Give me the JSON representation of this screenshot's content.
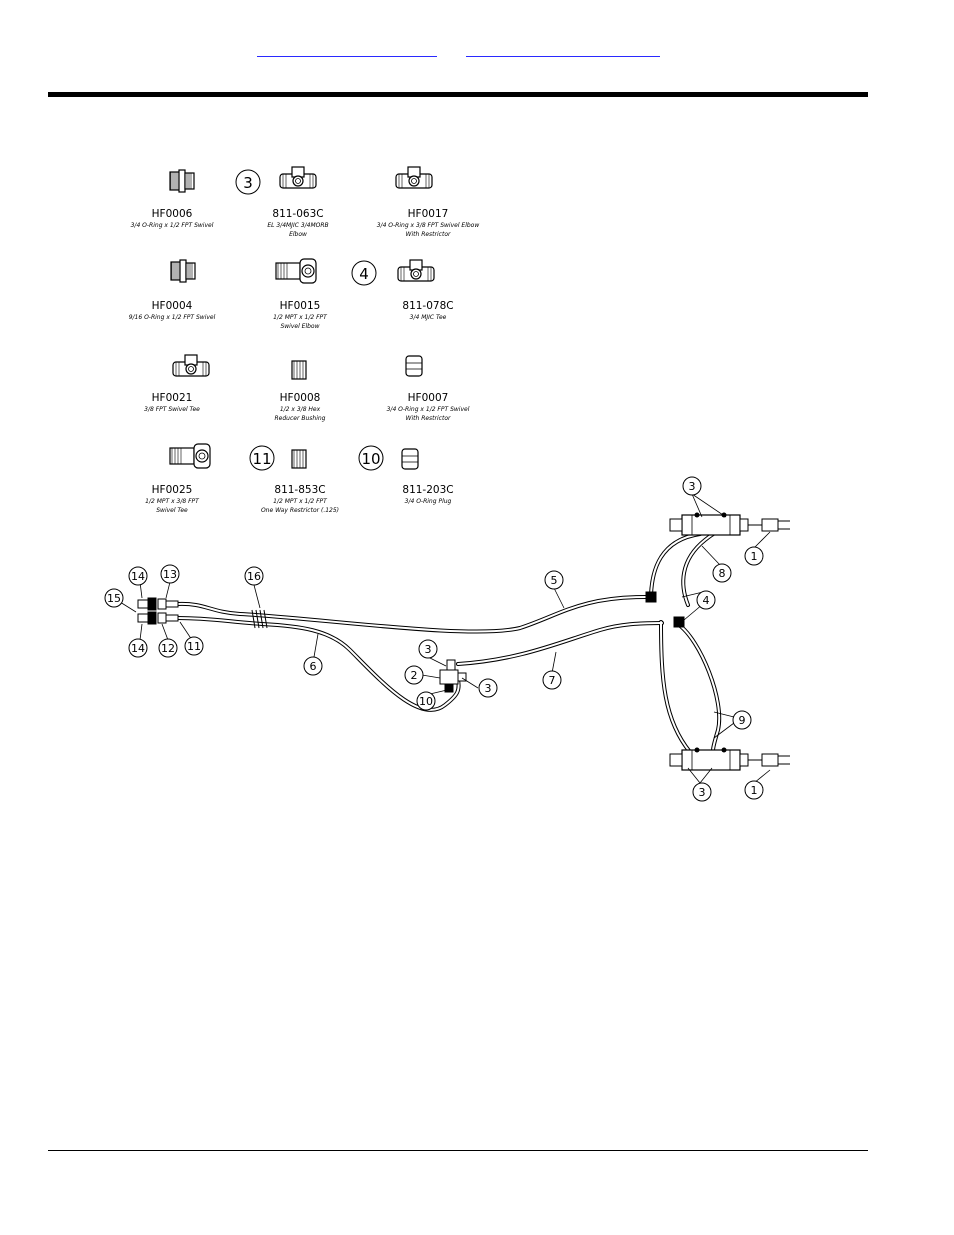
{
  "parts": [
    {
      "id": "p-hf0006",
      "pn": "HF0006",
      "d1": "3/4 O-Ring x 1/2 FPT Swivel",
      "d2": ""
    },
    {
      "id": "p-811-063c",
      "pn": "811-063C",
      "d1": "EL 3/4MJIC 3/4MORB",
      "d2": "Elbow"
    },
    {
      "id": "p-hf0017",
      "pn": "HF0017",
      "d1": "3/4 O-Ring x 3/8 FPT Swivel Elbow",
      "d2": "With Restrictor"
    },
    {
      "id": "p-hf0004",
      "pn": "HF0004",
      "d1": "9/16 O-Ring x 1/2 FPT Swivel",
      "d2": ""
    },
    {
      "id": "p-hf0015",
      "pn": "HF0015",
      "d1": "1/2 MPT x 1/2 FPT",
      "d2": "Swivel Elbow"
    },
    {
      "id": "p-811-078c",
      "pn": "811-078C",
      "d1": "3/4 MJIC Tee",
      "d2": ""
    },
    {
      "id": "p-hf0021",
      "pn": "HF0021",
      "d1": "3/8 FPT Swivel Tee",
      "d2": ""
    },
    {
      "id": "p-hf0008",
      "pn": "HF0008",
      "d1": "1/2  x 3/8 Hex",
      "d2": "Reducer Bushing"
    },
    {
      "id": "p-hf0007",
      "pn": "HF0007",
      "d1": "3/4 O-Ring x 1/2 FPT Swivel",
      "d2": "With Restrictor"
    },
    {
      "id": "p-hf0025",
      "pn": "HF0025",
      "d1": "1/2 MPT x 3/8 FPT",
      "d2": "Swivel Tee"
    },
    {
      "id": "p-811-853c",
      "pn": "811-853C",
      "d1": "1/2 MPT x 1/2 FPT",
      "d2": "One Way Restrictor (.125)"
    },
    {
      "id": "p-811-203c",
      "pn": "811-203C",
      "d1": "3/4 O-Ring Plug",
      "d2": ""
    }
  ],
  "part_keys": {
    "k3": "3",
    "k4": "4",
    "k11": "11",
    "k10": "10"
  },
  "callouts": {
    "c3a": "3",
    "c1a": "1",
    "c8": "8",
    "c4": "4",
    "c5": "5",
    "c16": "16",
    "c14a": "14",
    "c13": "13",
    "c15": "15",
    "c14b": "14",
    "c12": "12",
    "c11": "11",
    "c6": "6",
    "c3b": "3",
    "c2": "2",
    "c3c": "3",
    "c10": "10",
    "c7": "7",
    "c9": "9",
    "c3d": "3",
    "c1b": "1"
  }
}
